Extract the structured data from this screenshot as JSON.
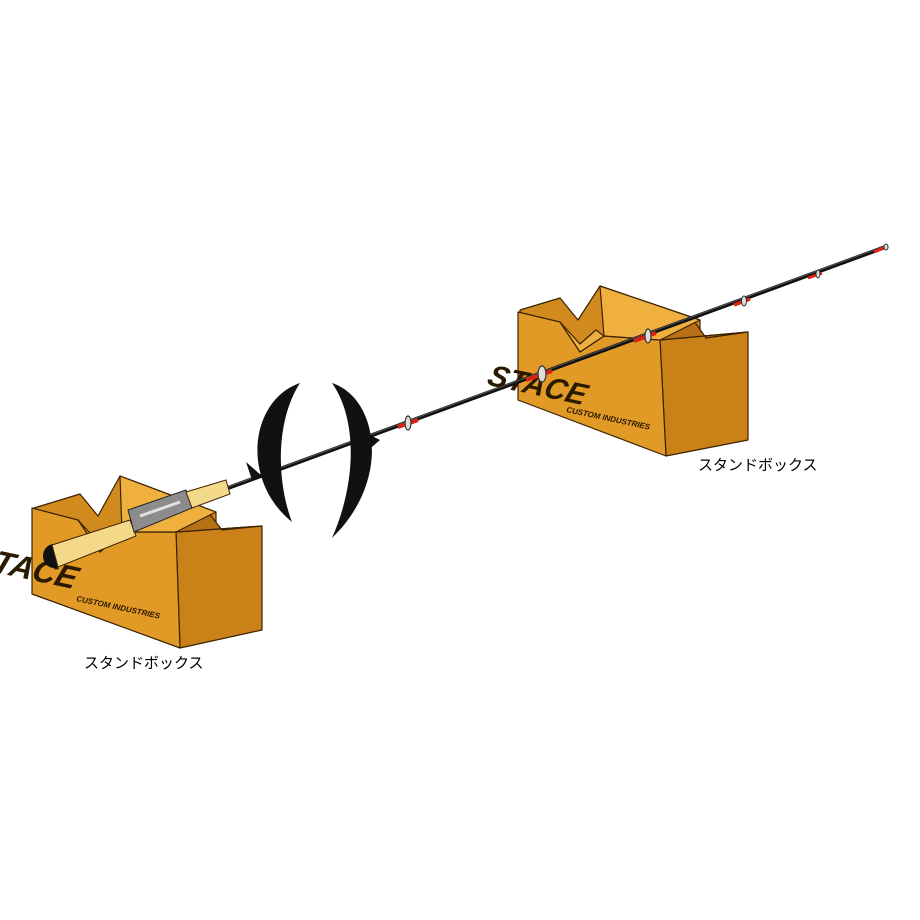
{
  "labels": {
    "left_box": "スタンドボックス",
    "right_box": "スタンドボックス"
  },
  "logo": {
    "brand": "STACE",
    "subtitle": "CUSTOM INDUSTRIES"
  },
  "colors": {
    "box_front": "#E29A27",
    "box_side": "#C98118",
    "box_inner": "#F0B040",
    "outline": "#3A2200",
    "rod": "#111111",
    "grip": "#F5D98B",
    "reel_seat": "#8C8C8C",
    "guide_wrap": "#E02010"
  },
  "icons": {
    "rotation": "rotation-arrows-icon"
  }
}
